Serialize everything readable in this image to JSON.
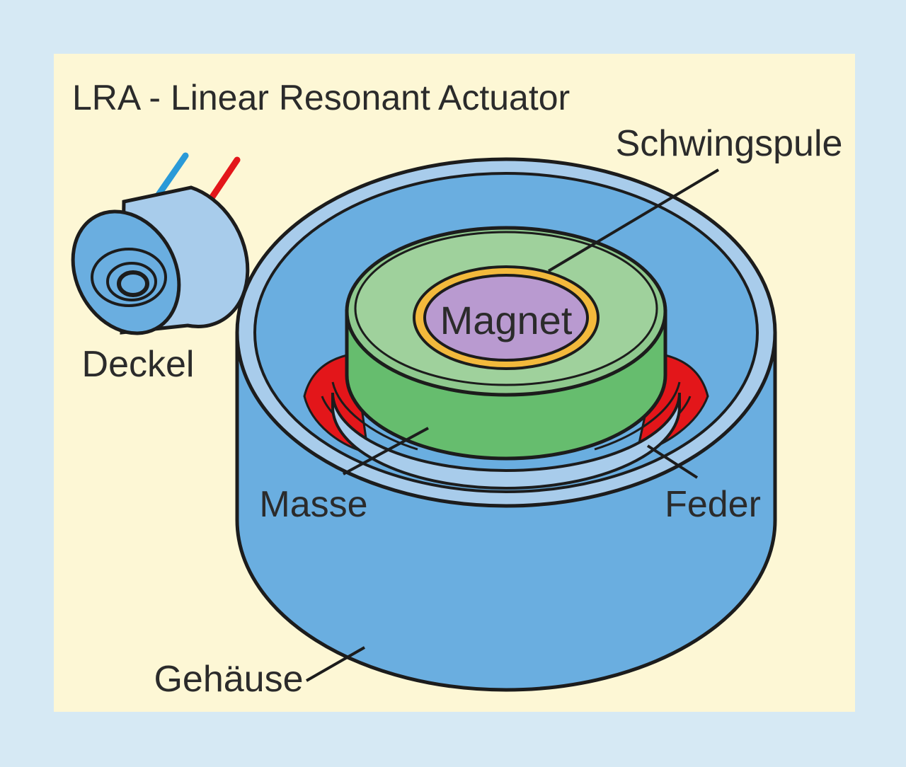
{
  "title": "LRA - Linear Resonant Actuator",
  "labels": {
    "coil": "Schwingspule",
    "magnet": "Magnet",
    "cover": "Deckel",
    "mass": "Masse",
    "spring": "Feder",
    "housing": "Gehäuse"
  },
  "colors": {
    "background": "#d6e9f4",
    "panel": "#fdf7d5",
    "housing": "#6aaee0",
    "housing_light": "#a8cceb",
    "mass": "#66bd6e",
    "mass_top": "#9fd19c",
    "magnet": "#b99ad0",
    "coil": "#f3b93c",
    "spring": "#e3161a",
    "wire_blue": "#2a9ad8",
    "wire_red": "#e3161a",
    "outline": "#1c1c1c"
  }
}
